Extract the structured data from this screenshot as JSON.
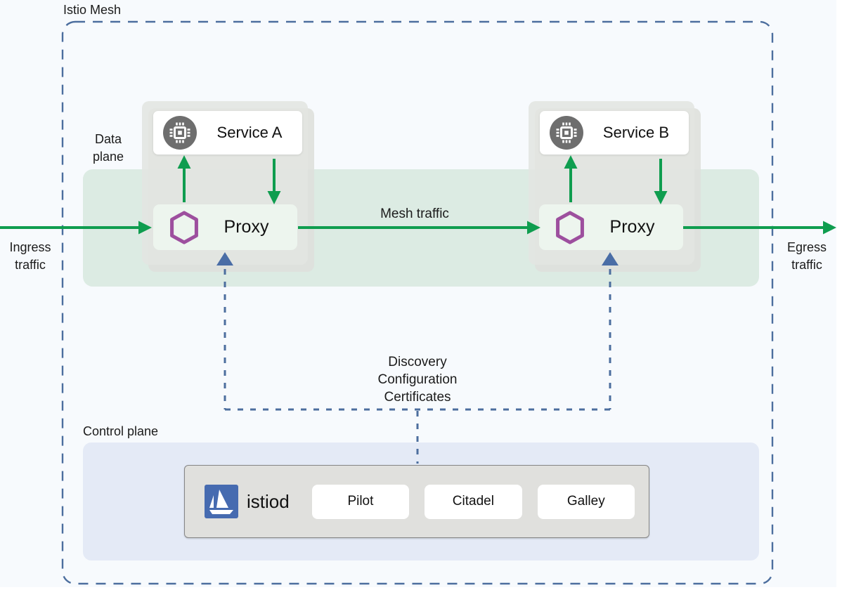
{
  "diagram": {
    "title": "Istio Mesh",
    "labels": {
      "data_plane": "Data\nplane",
      "control_plane": "Control plane",
      "ingress": "Ingress\ntraffic",
      "egress": "Egress\ntraffic",
      "mesh_traffic": "Mesh traffic",
      "control_channel": "Discovery\nConfiguration\nCertificates"
    },
    "nodes": {
      "service_a": "Service A",
      "service_b": "Service B",
      "proxy_a": "Proxy",
      "proxy_b": "Proxy",
      "istiod": "istiod",
      "components": [
        "Pilot",
        "Citadel",
        "Galley"
      ]
    },
    "colors": {
      "background": "#f7fafd",
      "mesh_band_green": "#dcebe3",
      "pod_gray": "#e3e5e1",
      "proxy_fill": "#edf5ee",
      "traffic_green": "#0f9d4f",
      "dashed_blue": "#4c6e9e",
      "arrowhead_blue": "#4a6da6",
      "hexagon_purple": "#9d4f9e",
      "istio_logo_blue": "#466bb0",
      "control_plane_lavender": "#e4eaf6",
      "istiod_box_gray": "#e0e0dd",
      "service_icon_gray": "#6e6e6e"
    }
  }
}
